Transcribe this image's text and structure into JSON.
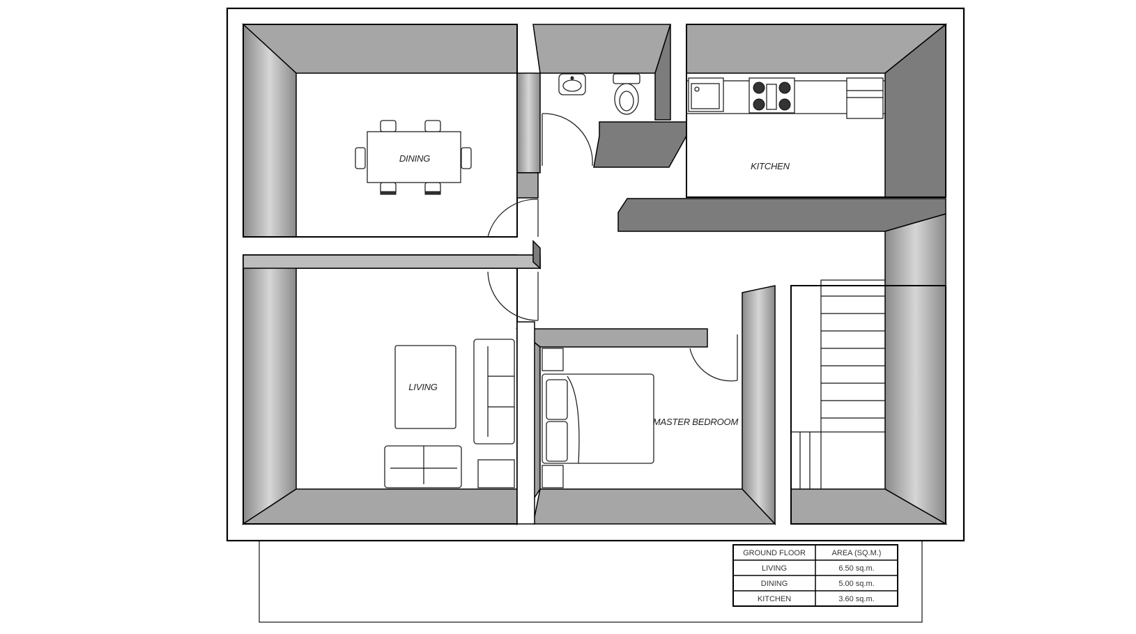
{
  "rooms": {
    "dining": "DINING",
    "kitchen": "KITCHEN",
    "living": "LIVING",
    "master_bedroom": "MASTER BEDROOM"
  },
  "area_table": {
    "header": {
      "col1": "GROUND FLOOR",
      "col2": "AREA (SQ.M.)"
    },
    "rows": [
      {
        "room": "LIVING",
        "area": "6.50 sq.m."
      },
      {
        "room": "DINING",
        "area": "5.00 sq.m."
      },
      {
        "room": "KITCHEN",
        "area": "3.60 sq.m."
      }
    ]
  },
  "colors": {
    "wall_light": "#d9d9d9",
    "wall_mid": "#a6a6a6",
    "wall_dark": "#7c7c7c",
    "line": "#000000"
  }
}
